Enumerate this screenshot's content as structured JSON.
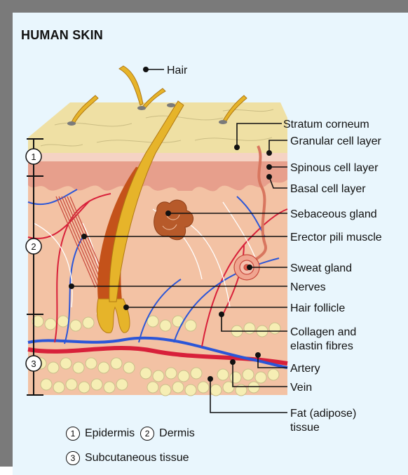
{
  "title": "HUMAN SKIN",
  "layer_numbers": [
    "1",
    "2",
    "3"
  ],
  "labels": {
    "hair": "Hair",
    "stratum_corneum": "Stratum corneum",
    "granular": "Granular cell layer",
    "spinous": "Spinous cell layer",
    "basal": "Basal cell layer",
    "sebaceous": "Sebaceous gland",
    "erector": "Erector pili muscle",
    "sweat": "Sweat gland",
    "nerves": "Nerves",
    "follicle": "Hair follicle",
    "collagen_1": "Collagen and",
    "collagen_2": "elastin fibres",
    "artery": "Artery",
    "vein": "Vein",
    "fat_1": "Fat (adipose)",
    "fat_2": "tissue"
  },
  "legend": {
    "epidermis_num": "1",
    "epidermis": "Epidermis",
    "dermis_num": "2",
    "dermis": "Dermis",
    "subcutaneous_num": "3",
    "subcutaneous": "Subcutaneous tissue"
  },
  "colors": {
    "epidermis_top": "#f0e2a6",
    "dermis": "#f3c2a4",
    "fat": "#f4ecb0",
    "artery": "#d8203a",
    "vein": "#2b56d8",
    "hair": "#e6b42a",
    "follicle": "#c4521a"
  }
}
